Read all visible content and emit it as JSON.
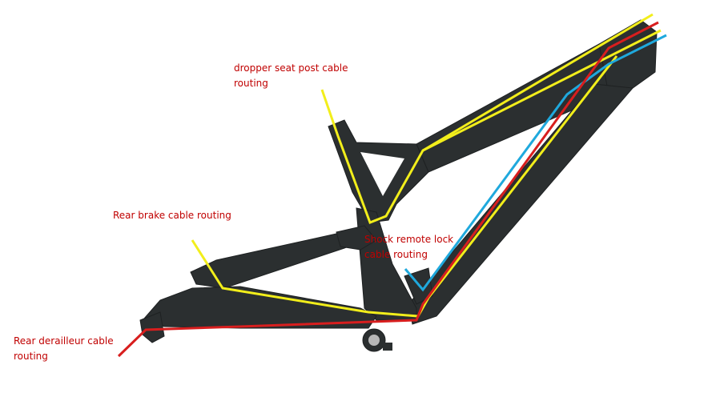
{
  "labels": {
    "dropper": "dropper seat post cable routing",
    "rear_brake": "Rear brake cable routing",
    "shock_remote": "Shock remote lock cable routing",
    "rear_derailleur": "Rear derailleur cable routing"
  },
  "colors": {
    "frame": "#2a2e2f",
    "frame_highlight": "#3a3f40",
    "dropper_line": "#f2ee1b",
    "brake_line": "#f2ee1b",
    "shock_line": "#1fa9dd",
    "derailleur_line": "#d81e1e",
    "label_text": "#c00000"
  }
}
